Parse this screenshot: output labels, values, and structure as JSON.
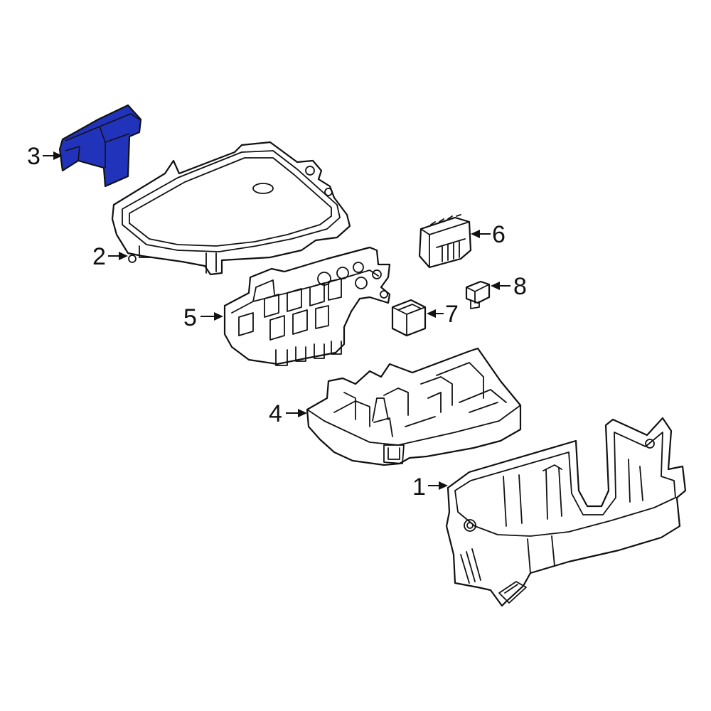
{
  "highlight_color": "#2233bb",
  "line_color": "#111111",
  "background": "#ffffff",
  "callouts": [
    {
      "label": "1",
      "part": "lower-housing-tray"
    },
    {
      "label": "2",
      "part": "fuse-box-cover"
    },
    {
      "label": "3",
      "part": "cover-bracket"
    },
    {
      "label": "4",
      "part": "fuse-box-base-insert"
    },
    {
      "label": "5",
      "part": "fuse-block-frame"
    },
    {
      "label": "6",
      "part": "connector"
    },
    {
      "label": "7",
      "part": "relay"
    },
    {
      "label": "8",
      "part": "fuse"
    }
  ]
}
